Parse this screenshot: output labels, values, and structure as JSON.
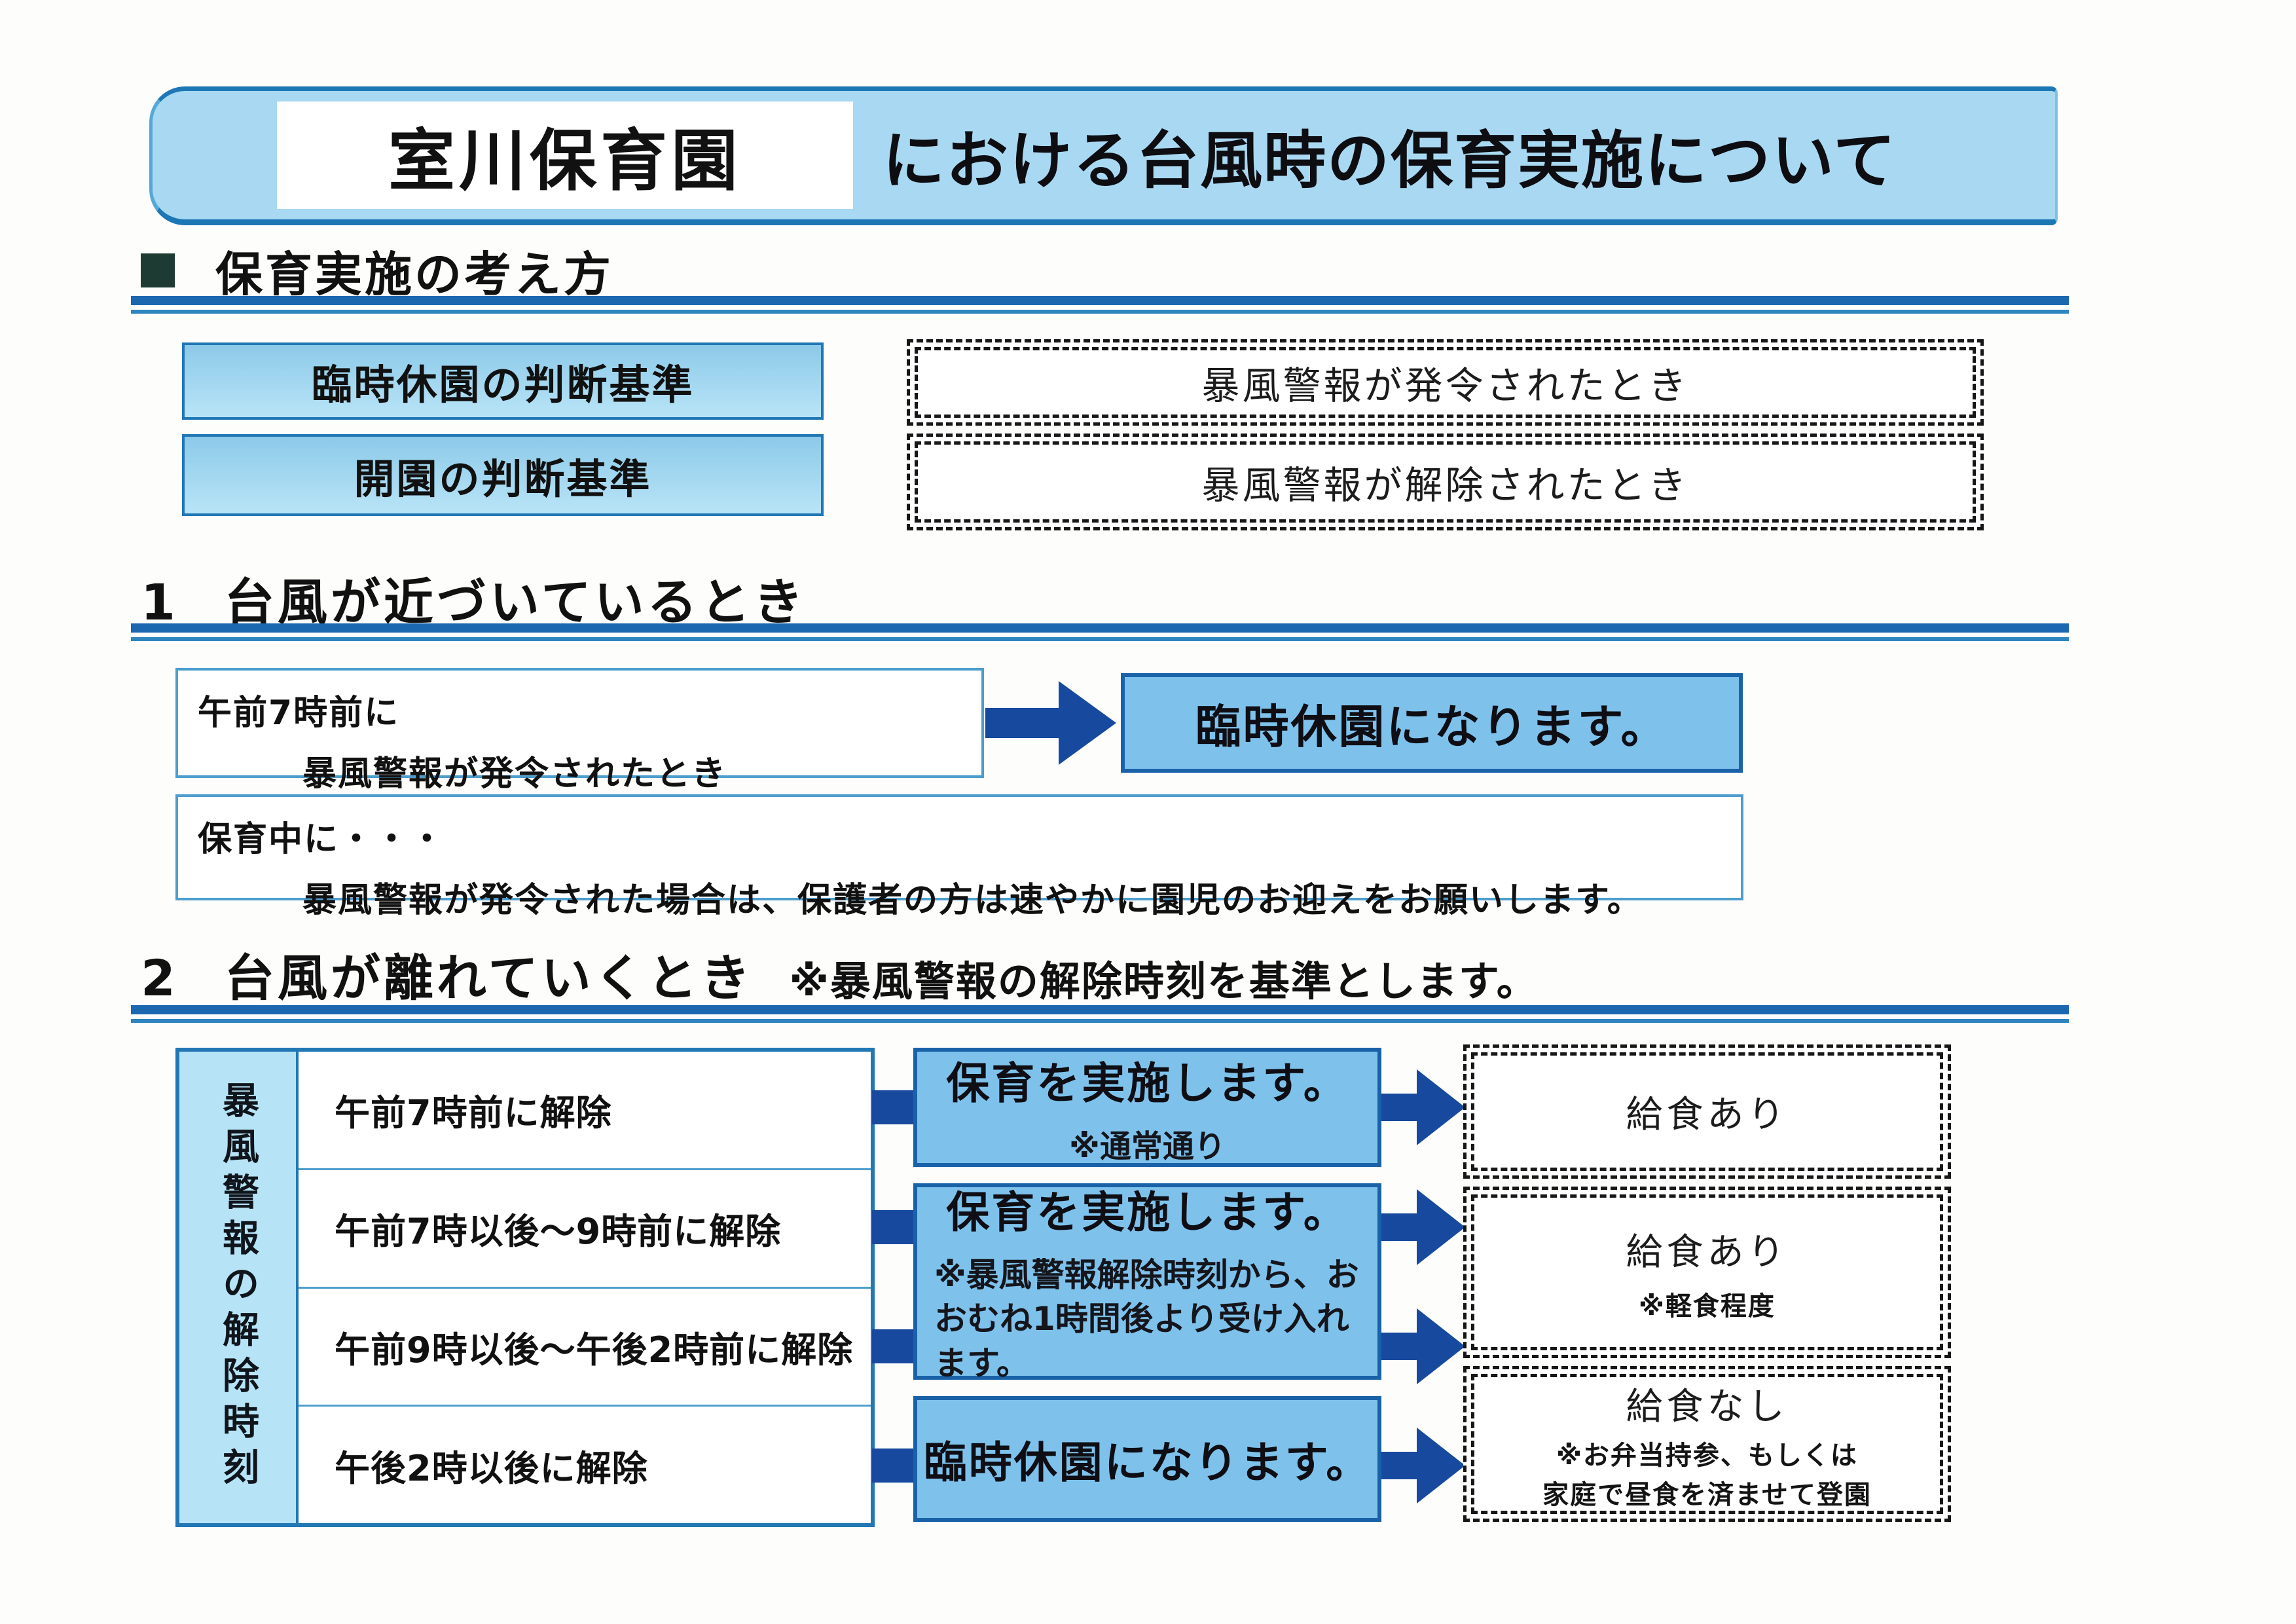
{
  "header": {
    "title_highlight": "室川保育園",
    "title_rest": "における台風時の保育実施について"
  },
  "section0": {
    "heading": "保育実施の考え方",
    "rows": [
      {
        "label": "臨時休園の判断基準",
        "value": "暴風警報が発令されたとき"
      },
      {
        "label": "開園の判断基準",
        "value": "暴風警報が解除されたとき"
      }
    ]
  },
  "section1": {
    "number": "1",
    "heading": "台風が近づいているとき",
    "case_morning": {
      "line1": "午前7時前に",
      "line2": "暴風警報が発令されたとき",
      "result": "臨時休園になります。"
    },
    "case_during": {
      "line1": "保育中に・・・",
      "line2": "暴風警報が発令された場合は、保護者の方は速やかに園児のお迎えをお願いします。"
    }
  },
  "section2": {
    "number": "2",
    "heading": "台風が離れていくとき",
    "note": "※暴風警報の解除時刻を基準とします。",
    "table": {
      "header_vertical": "暴風警報の解除時刻",
      "rows": [
        "午前7時前に解除",
        "午前7時以後～9時前に解除",
        "午前9時以後～午後2時前に解除",
        "午後2時以後に解除"
      ]
    },
    "results": [
      {
        "main": "保育を実施します。",
        "note": "※通常通り"
      },
      {
        "main": "保育を実施します。",
        "note": "※暴風警報解除時刻から、おおむね1時間後より受け入れます。"
      },
      {
        "main": "臨時休園になります。"
      }
    ],
    "meals": [
      {
        "main": "給食あり",
        "note1": "",
        "note2": ""
      },
      {
        "main": "給食あり",
        "note1": "※軽食程度",
        "note2": ""
      },
      {
        "main": "給食なし",
        "note1": "※お弁当持参、もしくは",
        "note2": "家庭で昼食を済ませて登園"
      }
    ]
  }
}
